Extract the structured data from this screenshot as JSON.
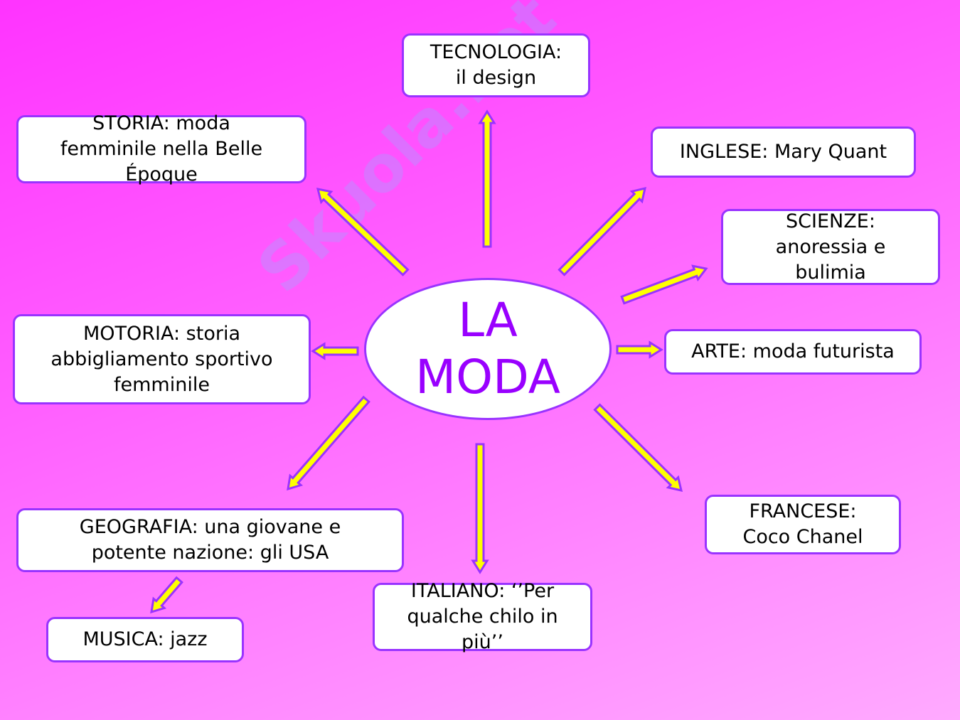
{
  "center": {
    "line1": "LA",
    "line2": "MODA"
  },
  "watermark": "Skuola.net",
  "topics": {
    "tecnologia": "TECNOLOGIA:\nil design",
    "storia": "STORIA: moda\nfemminile nella Belle\nÉpoque",
    "inglese": "INGLESE: Mary Quant",
    "scienze": "SCIENZE:\nanoressia e\nbulimia",
    "motoria": "MOTORIA: storia\nabbigliamento sportivo\nfemminile",
    "arte": "ARTE: moda futurista",
    "geografia": "GEOGRAFIA: una giovane e\npotente nazione: gli USA",
    "musica": "MUSICA: jazz",
    "italiano": "ITALIANO: ‘’Per\nqualche chilo in\npiù’’",
    "francese": "FRANCESE:\nCoco Chanel"
  },
  "colors": {
    "border": "#9933ff",
    "arrow": "#ffff00",
    "title": "#9900ff"
  }
}
